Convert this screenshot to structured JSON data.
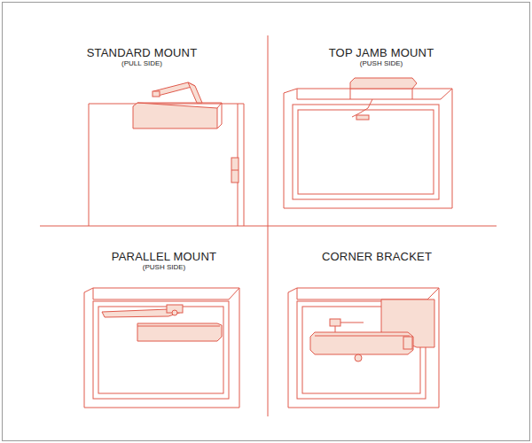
{
  "diagram": {
    "labels": [
      "STANDARD MOUNT",
      "(PULL SIDE)",
      "TOP JAMB MOUNT",
      "(PUSH SIDE)",
      "PARALLEL MOUNT",
      "(PUSH SIDE)",
      "CORNER BRACKET"
    ]
  }
}
